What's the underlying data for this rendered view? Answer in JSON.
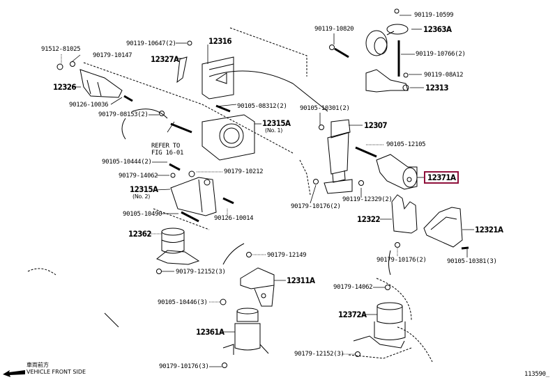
{
  "diagram": {
    "title": "Engine Mounting Parts Diagram",
    "figure_id": "113590_",
    "highlight_color": "#8e0f3a",
    "highlighted_part": "12371A",
    "orientation": {
      "native_label": "車両前方",
      "label": "VEHICLE FRONT SIDE",
      "icon": "arrow-left-icon"
    },
    "reference_note": {
      "line1": "REFER TO",
      "line2": "FIG 16-01"
    },
    "main_parts": [
      {
        "id": "p12316",
        "number": "12316"
      },
      {
        "id": "p12327A",
        "number": "12327A"
      },
      {
        "id": "p12326",
        "number": "12326"
      },
      {
        "id": "p12315A1",
        "number": "12315A",
        "sub": "(No. 1)"
      },
      {
        "id": "p12315A2",
        "number": "12315A",
        "sub": "(No. 2)"
      },
      {
        "id": "p12362",
        "number": "12362"
      },
      {
        "id": "p12311A",
        "number": "12311A"
      },
      {
        "id": "p12361A",
        "number": "12361A"
      },
      {
        "id": "p12363A",
        "number": "12363A"
      },
      {
        "id": "p12313",
        "number": "12313"
      },
      {
        "id": "p12307",
        "number": "12307"
      },
      {
        "id": "p12371A",
        "number": "12371A"
      },
      {
        "id": "p12322",
        "number": "12322"
      },
      {
        "id": "p12321A",
        "number": "12321A"
      },
      {
        "id": "p12372A",
        "number": "12372A"
      }
    ],
    "fasteners": [
      {
        "id": "f1",
        "number": "91512-81025"
      },
      {
        "id": "f2",
        "number": "90179-10147"
      },
      {
        "id": "f3",
        "number": "90119-10647(2)"
      },
      {
        "id": "f4",
        "number": "90126-10036"
      },
      {
        "id": "f5",
        "number": "90179-08153(2)"
      },
      {
        "id": "f6",
        "number": "90105-08312(2)"
      },
      {
        "id": "f7",
        "number": "90105-10444(2)"
      },
      {
        "id": "f8",
        "number": "90179-14062"
      },
      {
        "id": "f9",
        "number": "90179-10212"
      },
      {
        "id": "f10",
        "number": "90105-10490"
      },
      {
        "id": "f11",
        "number": "90126-10014"
      },
      {
        "id": "f12",
        "number": "90179-12152(3)"
      },
      {
        "id": "f13",
        "number": "90179-12149"
      },
      {
        "id": "f14",
        "number": "90105-10446(3)"
      },
      {
        "id": "f15",
        "number": "90179-10176(3)"
      },
      {
        "id": "f16",
        "number": "90119-10599"
      },
      {
        "id": "f17",
        "number": "90119-10820"
      },
      {
        "id": "f18",
        "number": "90119-10766(2)"
      },
      {
        "id": "f19",
        "number": "90119-08A12"
      },
      {
        "id": "f20",
        "number": "90105-10301(2)"
      },
      {
        "id": "f21",
        "number": "90105-12105"
      },
      {
        "id": "f22",
        "number": "90179-10176(2)"
      },
      {
        "id": "f23",
        "number": "90119-12329(2)"
      },
      {
        "id": "f24",
        "number": "90179-10176(2)"
      },
      {
        "id": "f25",
        "number": "90105-10381(3)"
      },
      {
        "id": "f26",
        "number": "90179-14062"
      },
      {
        "id": "f27",
        "number": "90179-12152(3)"
      }
    ]
  }
}
